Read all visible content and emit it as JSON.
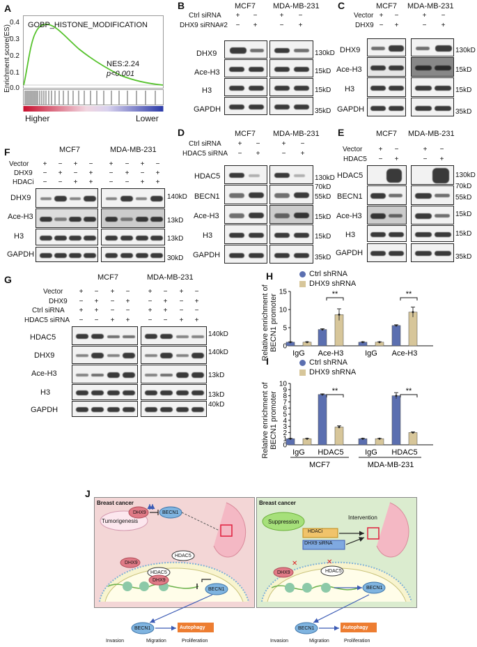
{
  "panels": {
    "A": "A",
    "B": "B",
    "C": "C",
    "D": "D",
    "E": "E",
    "F": "F",
    "G": "G",
    "H": "H",
    "I": "I",
    "J": "J"
  },
  "panelA": {
    "title": "GOBP_HISTONE_MODIFICATION",
    "ylabel": "Enrichment score(ES)",
    "nes": "NES:2.24",
    "p": "p<0.001",
    "yticks": [
      "0.4",
      "0.3",
      "0.2",
      "0.1",
      "0.0"
    ],
    "higher": "Higher",
    "lower": "Lower"
  },
  "panelB": {
    "cells": [
      "MCF7",
      "MDA-MB-231"
    ],
    "rows": [
      {
        "label": "Ctrl siRNA",
        "vals": [
          "+",
          "−",
          "+",
          "−"
        ]
      },
      {
        "label": "DHX9 siRNA#2",
        "vals": [
          "−",
          "+",
          "−",
          "+"
        ]
      }
    ],
    "blots": [
      "DHX9",
      "Ace-H3",
      "H3",
      "GAPDH"
    ],
    "kd": [
      "130kD",
      "15kD",
      "15kD",
      "35kD"
    ]
  },
  "panelC": {
    "cells": [
      "MCF7",
      "MDA-MB-231"
    ],
    "rows": [
      {
        "label": "Vector",
        "vals": [
          "+",
          "−",
          "+",
          "−"
        ]
      },
      {
        "label": "DHX9",
        "vals": [
          "−",
          "+",
          "−",
          "+"
        ]
      }
    ],
    "blots": [
      "DHX9",
      "Ace-H3",
      "H3",
      "GAPDH"
    ],
    "kd": [
      "130kD",
      "15kD",
      "15kD",
      "35kD"
    ]
  },
  "panelD": {
    "cells": [
      "MCF7",
      "MDA-MB-231"
    ],
    "rows": [
      {
        "label": "Ctrl siRNA",
        "vals": [
          "+",
          "−",
          "+",
          "−"
        ]
      },
      {
        "label": "HDAC5 siRNA",
        "vals": [
          "−",
          "+",
          "−",
          "+"
        ]
      }
    ],
    "blots": [
      "HDAC5",
      "BECN1",
      "Ace-H3",
      "H3",
      "GAPDH"
    ],
    "kd": [
      "130kD",
      "70kD",
      "55kD",
      "15kD",
      "15kD",
      "35kD"
    ]
  },
  "panelE": {
    "cells": [
      "MCF7",
      "MDA-MB-231"
    ],
    "rows": [
      {
        "label": "Vector",
        "vals": [
          "+",
          "−",
          "+",
          "−"
        ]
      },
      {
        "label": "HDAC5",
        "vals": [
          "−",
          "+",
          "−",
          "+"
        ]
      }
    ],
    "blots": [
      "HDAC5",
      "BECN1",
      "Ace-H3",
      "H3",
      "GAPDH"
    ],
    "kd": [
      "130kD",
      "70kD",
      "55kD",
      "15kD",
      "15kD",
      "35kD"
    ]
  },
  "panelF": {
    "cells": [
      "MCF7",
      "MDA-MB-231"
    ],
    "rows": [
      {
        "label": "Vector",
        "vals": [
          "+",
          "−",
          "+",
          "−",
          "+",
          "−",
          "+",
          "−"
        ]
      },
      {
        "label": "DHX9",
        "vals": [
          "−",
          "+",
          "−",
          "+",
          "−",
          "+",
          "−",
          "+"
        ]
      },
      {
        "label": "HDACi",
        "vals": [
          "−",
          "−",
          "+",
          "+",
          "−",
          "−",
          "+",
          "+"
        ]
      }
    ],
    "blots": [
      "DHX9",
      "Ace-H3",
      "H3",
      "GAPDH"
    ],
    "kd": [
      "140kD",
      "13kD",
      "13kD",
      "30kD"
    ]
  },
  "panelG": {
    "cells": [
      "MCF7",
      "MDA-MB-231"
    ],
    "rows": [
      {
        "label": "Vector",
        "vals": [
          "+",
          "−",
          "+",
          "−",
          "+",
          "−",
          "+",
          "−"
        ]
      },
      {
        "label": "DHX9",
        "vals": [
          "−",
          "+",
          "−",
          "+",
          "−",
          "+",
          "−",
          "+"
        ]
      },
      {
        "label": "Ctrl siRNA",
        "vals": [
          "+",
          "+",
          "−",
          "−",
          "+",
          "+",
          "−",
          "−"
        ]
      },
      {
        "label": "HDAC5 siRNA",
        "vals": [
          "−",
          "−",
          "+",
          "+",
          "−",
          "−",
          "+",
          "+"
        ]
      }
    ],
    "blots": [
      "HDAC5",
      "DHX9",
      "Ace-H3",
      "H3",
      "GAPDH"
    ],
    "kd": [
      "140kD",
      "140kD",
      "13kD",
      "13kD",
      "40kD"
    ]
  },
  "panelH": {
    "legend": [
      "Ctrl shRNA",
      "DHX9 shRNA"
    ],
    "ylabel": "Relative enrichment of BECN1 promoter",
    "sig": [
      "**",
      "**"
    ]
  },
  "panelI": {
    "legend": [
      "Ctrl shRNA",
      "DHX9 shRNA"
    ],
    "ylabel": "Relative enrichment of BECN1 promoter",
    "groups": [
      "MCF7",
      "MDA-MB-231"
    ],
    "sig": [
      "**",
      "**"
    ]
  },
  "chart_data": [
    {
      "type": "bar",
      "panel": "H",
      "categories": [
        "IgG",
        "Ace-H3",
        "IgG",
        "Ace-H3"
      ],
      "series": [
        {
          "name": "Ctrl shRNA",
          "values": [
            1.0,
            4.5,
            1.0,
            5.6
          ],
          "errors": [
            0.1,
            0.2,
            0.1,
            0.2
          ]
        },
        {
          "name": "DHX9 shRNA",
          "values": [
            1.0,
            8.6,
            1.0,
            9.3
          ],
          "errors": [
            0.1,
            1.6,
            0.1,
            1.4
          ]
        }
      ],
      "yticks": [
        0,
        5,
        10,
        15
      ],
      "ylim": [
        0,
        15
      ],
      "ylabel": "Relative enrichment of BECN1 promoter",
      "colors": [
        "#5b6fb0",
        "#d7c69a"
      ]
    },
    {
      "type": "bar",
      "panel": "I",
      "categories": [
        "IgG",
        "HDAC5",
        "IgG",
        "HDAC5"
      ],
      "groups": [
        "MCF7",
        "MDA-MB-231"
      ],
      "series": [
        {
          "name": "Ctrl shRNA",
          "values": [
            1.0,
            8.2,
            1.0,
            8.0
          ],
          "errors": [
            0.05,
            0.1,
            0.05,
            0.5
          ]
        },
        {
          "name": "DHX9 shRNA",
          "values": [
            1.0,
            2.9,
            1.0,
            2.0
          ],
          "errors": [
            0.05,
            0.2,
            0.05,
            0.1
          ]
        }
      ],
      "yticks": [
        0,
        1,
        2,
        3,
        4,
        5,
        6,
        7,
        8,
        9,
        10
      ],
      "ylim": [
        0,
        10
      ],
      "ylabel": "Relative enrichment of BECN1 promoter",
      "colors": [
        "#5b6fb0",
        "#d7c69a"
      ]
    }
  ],
  "panelJ": {
    "left": {
      "title": "Breast cancer",
      "state": "Tumorigenesis",
      "nodes": [
        "DHX9",
        "BECN1",
        "HDAC5",
        "DHX9",
        "HDAC5",
        "DHX9",
        "BECN1"
      ],
      "becn1": "BECN1",
      "autophagy": "Autophagy",
      "outcomes": [
        "Invasion",
        "Migration",
        "Proliferation"
      ]
    },
    "right": {
      "title": "Breast cancer",
      "state": "Suppression",
      "intervention": "Intervention",
      "drugs": [
        "HDACi",
        "DHX9 siRNA"
      ],
      "nodes": [
        "DHX9",
        "HDAC5",
        "BECN1"
      ],
      "becn1": "BECN1",
      "autophagy": "Autophagy",
      "outcomes": [
        "Invasion",
        "Migration",
        "Proliferation"
      ]
    }
  }
}
